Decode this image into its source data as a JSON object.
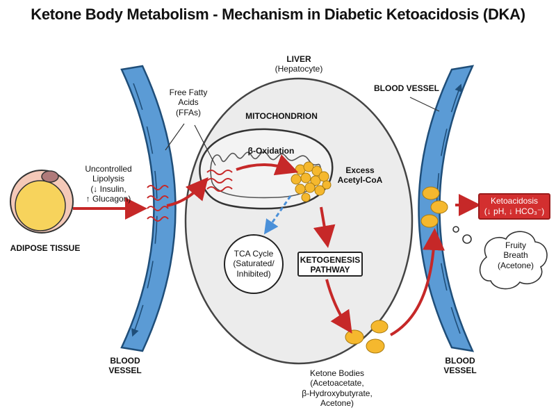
{
  "title": "Ketone Body Metabolism - Mechanism in Diabetic Ketoacidosis (DKA)",
  "liver": {
    "line1": "LIVER",
    "line2": "(Hepatocyte)"
  },
  "mitochondrion": "MITOCHONDRION",
  "beta_oxidation": "β-Oxidation",
  "acetyl_coa": {
    "line1": "Excess",
    "line2": "Acetyl-CoA"
  },
  "ffa": {
    "line1": "Free Fatty",
    "line2": "Acids",
    "line3": "(FFAs)"
  },
  "lipolysis": {
    "line1": "Uncontrolled",
    "line2": "Lipolysis",
    "line3": "(↓ Insulin,",
    "line4": "↑ Glucagon)"
  },
  "adipose": "ADIPOSE TISSUE",
  "blood_vessel_top_right": "BLOOD VESSEL",
  "blood_vessel_left": {
    "line1": "BLOOD",
    "line2": "VESSEL"
  },
  "blood_vessel_right": {
    "line1": "BLOOD",
    "line2": "VESSEL"
  },
  "tca": {
    "line1": "TCA Cycle",
    "line2": "(Saturated/",
    "line3": "Inhibited)"
  },
  "ketogenesis": {
    "line1": "KETOGENESIS",
    "line2": "PATHWAY"
  },
  "ketone_bodies": {
    "line1": "Ketone Bodies",
    "line2": "(Acetoacetate,",
    "line3": "β-Hydroxybutyrate,",
    "line4": "Acetone)"
  },
  "ketoacidosis": {
    "line1": "Ketoacidosis",
    "line2": "(↓ pH, ↓ HCO₃⁻)"
  },
  "breath": {
    "line1": "Fruity",
    "line2": "Breath",
    "line3": "(Acetone)"
  },
  "colors": {
    "vessel": "#5b9bd5",
    "vessel_dark": "#1f4e79",
    "liver_fill": "#ececec",
    "mito_fill": "#f5f5f5",
    "arrow_red": "#c62828",
    "acetyl": "#f5b82e",
    "fat_cell": "#f7d35c",
    "fat_cell_outer": "#f4c9b8",
    "nucleus": "#b07a7a",
    "tca_arrow": "#4a90d9",
    "ketoacidosis_box": "#d32f2f"
  }
}
